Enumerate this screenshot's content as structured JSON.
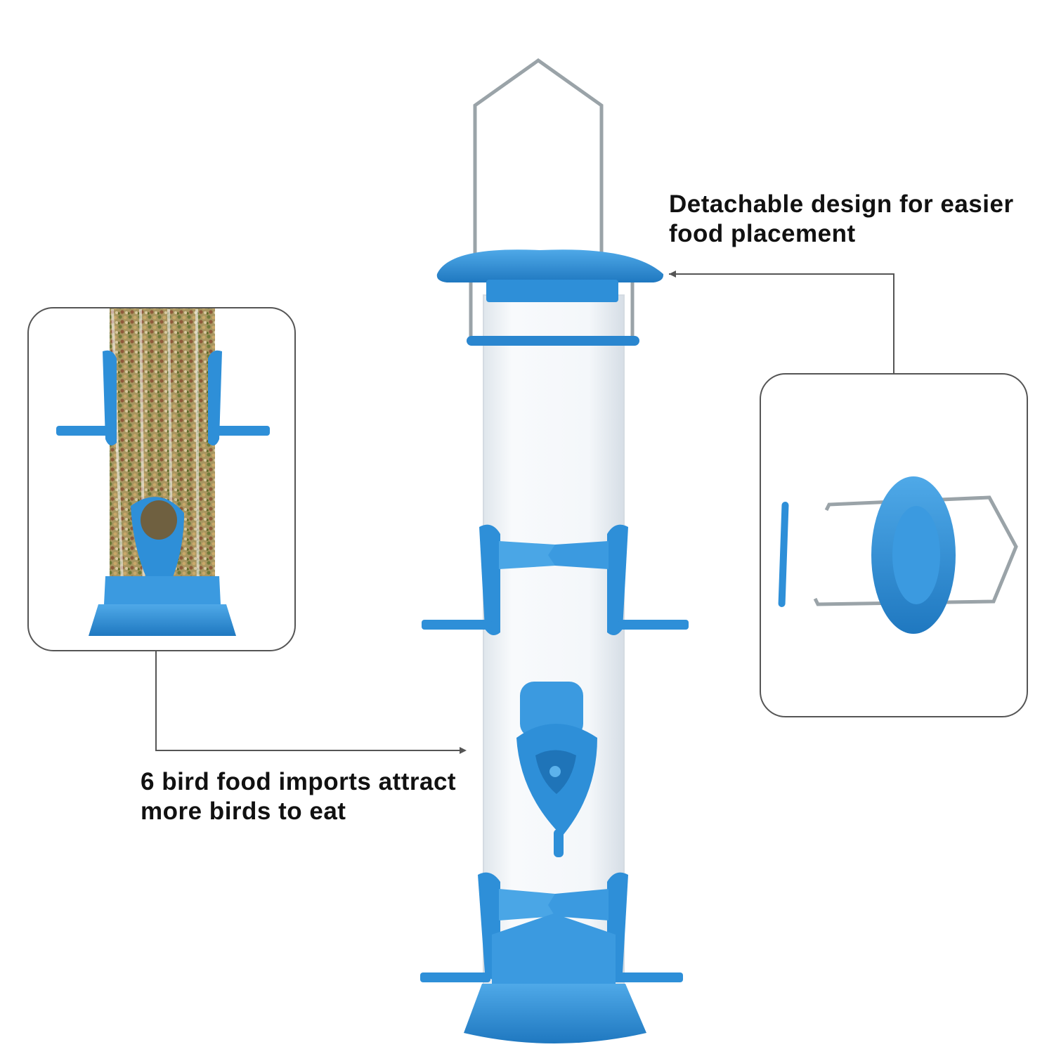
{
  "captions": {
    "detachable_line1": "Detachable design for easier",
    "detachable_line2": "food placement",
    "ports_line1": "6 bird food imports attract",
    "ports_line2": "more birds to eat"
  },
  "colors": {
    "feeder_blue": "#2e8fd8",
    "feeder_blue_dark": "#1f74b8",
    "feeder_blue_light": "#5cb2ec",
    "wire": "#9aa3a8",
    "tube": "#f2f5f8",
    "seed": "#8a7a4a",
    "callout_line": "#555555",
    "panel_border": "#555555"
  },
  "images": {
    "main_feeder": "bird-feeder-tube-illustration",
    "inset_left": "seed-filled-feeder-closeup",
    "inset_right": "detached-lid-and-hanger"
  }
}
